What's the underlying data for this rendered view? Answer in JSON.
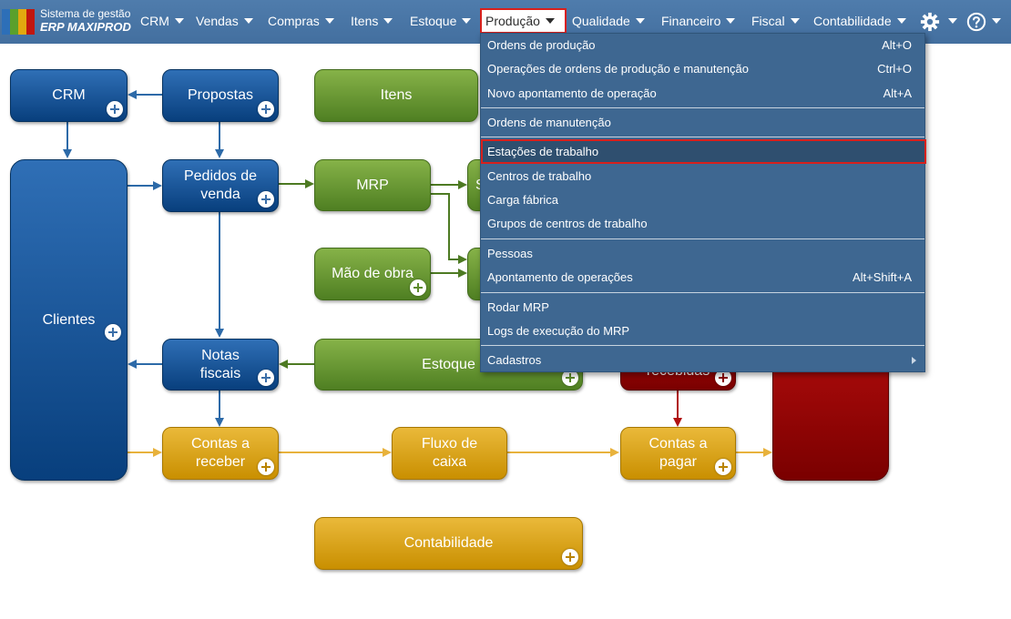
{
  "app": {
    "logo_line1": "Sistema de gestão",
    "logo_line2": "ERP MAXIPROD"
  },
  "nav": {
    "items": [
      {
        "label": "CRM"
      },
      {
        "label": "Vendas"
      },
      {
        "label": "Compras"
      },
      {
        "label": "Itens"
      },
      {
        "label": "Estoque"
      },
      {
        "label": "Produção",
        "active": true
      },
      {
        "label": "Qualidade"
      },
      {
        "label": "Financeiro"
      },
      {
        "label": "Fiscal"
      },
      {
        "label": "Contabilidade"
      }
    ],
    "settings_icon": "gear-icon",
    "help_icon": "help-icon"
  },
  "diagram": {
    "crm": "CRM",
    "propostas": "Propostas",
    "itens": "Itens",
    "clientes": "Clientes",
    "pedidos": "Pedidos de\nvenda",
    "mrp": "MRP",
    "s_partial": "S",
    "mao_de_obra": "Mão de obra",
    "notas_fiscais": "Notas\nfiscais",
    "estoque": "Estoque",
    "recebidas_partial": "recebidas",
    "contas_receber": "Contas a\nreceber",
    "fluxo_caixa": "Fluxo de\ncaixa",
    "contas_pagar": "Contas a\npagar",
    "contabilidade": "Contabilidade"
  },
  "menu": {
    "items": [
      {
        "label": "Ordens de produção",
        "shortcut": "Alt+O"
      },
      {
        "label": "Operações de ordens de produção e manutenção",
        "shortcut": "Ctrl+O"
      },
      {
        "label": "Novo apontamento de operação",
        "shortcut": "Alt+A"
      },
      {
        "label": "Ordens de manutenção",
        "shortcut": ""
      },
      {
        "label": "Estações de trabalho",
        "shortcut": "",
        "highlighted": true
      },
      {
        "label": "Centros de trabalho",
        "shortcut": ""
      },
      {
        "label": "Carga fábrica",
        "shortcut": ""
      },
      {
        "label": "Grupos de centros de trabalho",
        "shortcut": ""
      },
      {
        "label": "Pessoas",
        "shortcut": ""
      },
      {
        "label": "Apontamento de operações",
        "shortcut": "Alt+Shift+A"
      },
      {
        "label": "Rodar MRP",
        "shortcut": ""
      },
      {
        "label": "Logs de execução do MRP",
        "shortcut": ""
      },
      {
        "label": "Cadastros",
        "shortcut": "",
        "submenu": true
      }
    ]
  },
  "colors": {
    "topbar": "#4a76a6",
    "menu_bg": "#3e6791",
    "highlight_border": "#d8201c",
    "blue_box": "#0b4a8e",
    "green_box": "#6a9a33",
    "yellow_box": "#dca51c",
    "red_box": "#8c0000"
  }
}
